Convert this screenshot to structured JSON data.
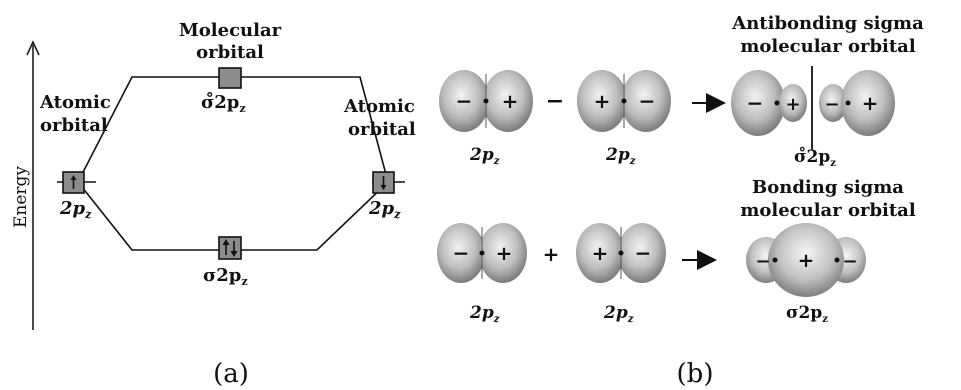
{
  "panel_a": {
    "energy_label": "Energy",
    "mo_header_line1": "Molecular",
    "mo_header_line2": "orbital",
    "left_atomic_line1": "Atomic",
    "left_atomic_line2": "orbital",
    "right_atomic_line1": "Atomic",
    "right_atomic_line2": "orbital",
    "left_orbital_label": "2p",
    "left_orbital_sub": "z",
    "right_orbital_label": "2p",
    "right_orbital_sub": "z",
    "antibonding_label": "σ̊2p",
    "antibonding_sub": "z",
    "bonding_label": "σ2p",
    "bonding_sub": "z",
    "caption": "(a)"
  },
  "panel_b": {
    "antibonding_title_line1": "Antibonding sigma",
    "antibonding_title_line2": "molecular orbital",
    "bonding_title_line1": "Bonding sigma",
    "bonding_title_line2": "molecular orbital",
    "operator_minus": "−",
    "operator_plus": "+",
    "orbital_label": "2p",
    "orbital_sub": "z",
    "antibonding_mo_label": "σ̊2p",
    "antibonding_mo_sub": "z",
    "bonding_mo_label": "σ2p",
    "bonding_mo_sub": "z",
    "caption": "(b)",
    "lobe_sign_pos": "+",
    "lobe_sign_neg": "−"
  }
}
